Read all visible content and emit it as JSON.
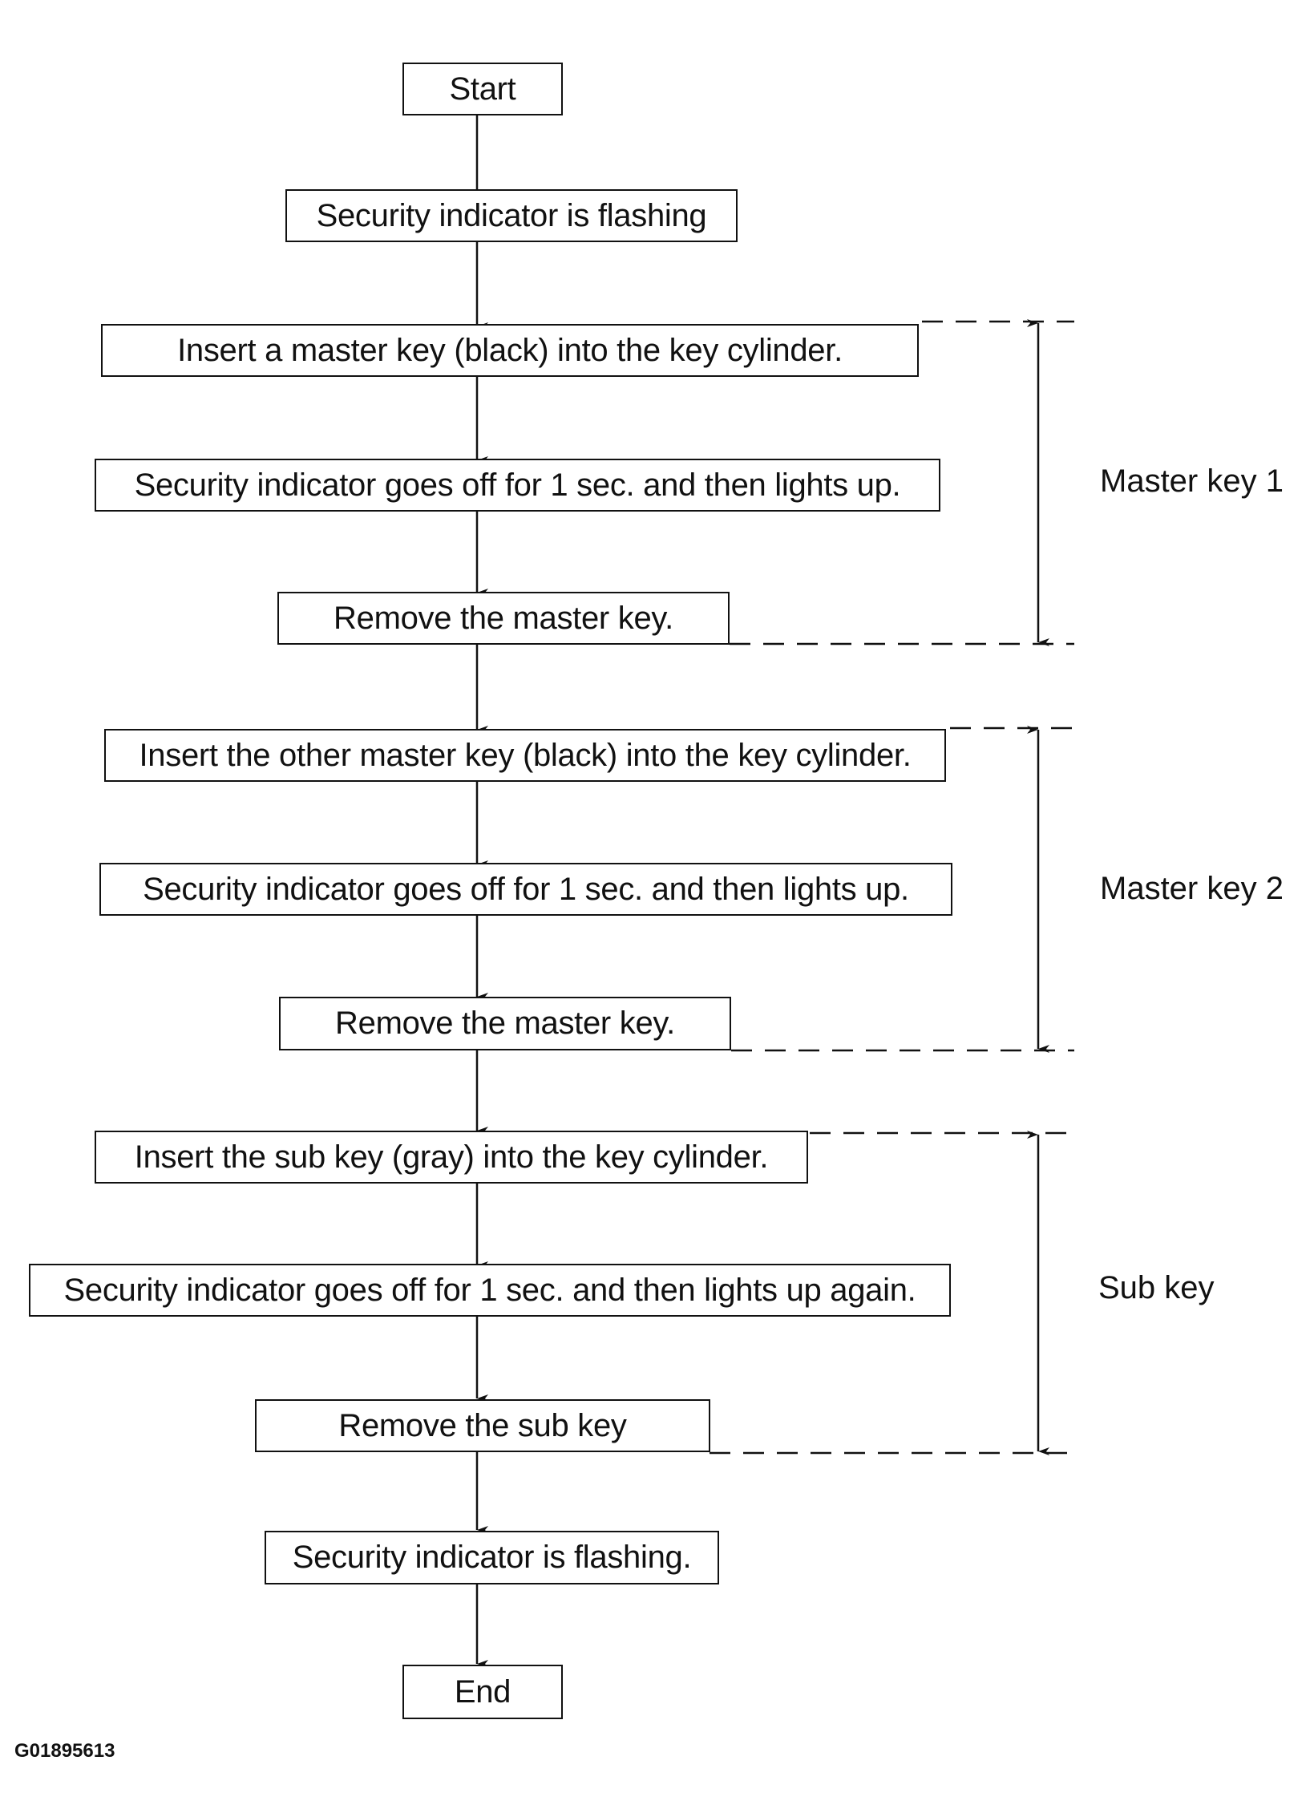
{
  "steps": {
    "start": "Start",
    "flashing_1": "Security indicator is flashing",
    "insert_master_1": "Insert a master key (black) into the key cylinder.",
    "lights_up_1": "Security indicator goes off for 1 sec. and then lights up.",
    "remove_master_1": "Remove the master key.",
    "insert_master_2": "Insert the other master key (black) into the key cylinder.",
    "lights_up_2": "Security indicator goes off for 1 sec. and then lights up.",
    "remove_master_2": "Remove the master key.",
    "insert_sub": "Insert the sub key (gray) into the key cylinder.",
    "lights_up_sub": "Security indicator goes off for 1 sec. and then lights up again.",
    "remove_sub": "Remove the sub key",
    "flashing_2": "Security indicator is flashing.",
    "end": "End"
  },
  "groups": {
    "master_key_1": "Master key 1",
    "master_key_2": "Master key 2",
    "sub_key": "Sub key"
  },
  "figure_code": "G01895613"
}
